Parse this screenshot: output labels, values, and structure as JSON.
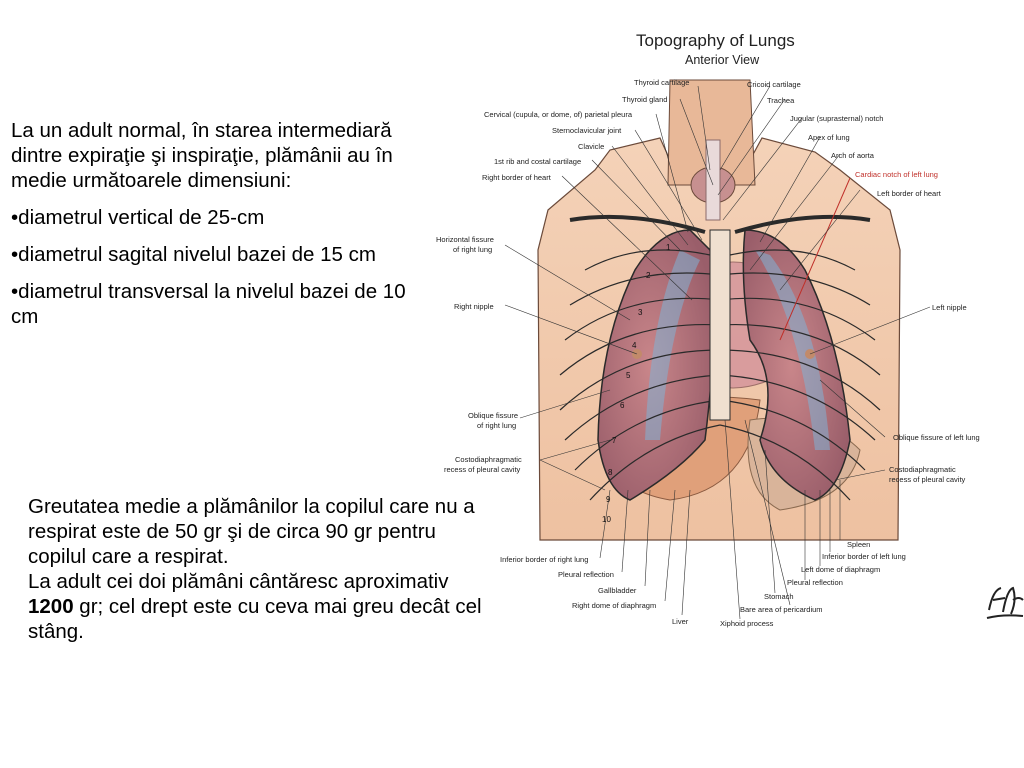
{
  "left_text": {
    "intro": "La un adult normal, în starea intermediară dintre expiraţie şi inspiraţie, plămânii au în medie următoarele dimensiuni:",
    "bullets": [
      "•diametrul vertical de 25-cm",
      "•diametrul sagital nivelul bazei de 15 cm",
      "•diametrul transversal la nivelul bazei de 10 cm"
    ]
  },
  "weight_text": {
    "line1": "Greutatea medie a plămânilor la copilul care nu a respirat este de 50 gr şi de circa 90 gr pentru copilul care a respirat.",
    "line2_before": "La adult cei doi plămâni cântăresc aproximativ ",
    "line2_bold": "1200",
    "line2_after": " gr; cel drept este cu ceva mai greu decât cel stâng."
  },
  "figure": {
    "title": "Topography of Lungs",
    "subtitle": "Anterior View",
    "labels_left": [
      "Thyroid cartilage",
      "Thyroid gland",
      "Cervical (cupula, or dome, of) parietal pleura",
      "Sternoclavicular joint",
      "Clavicle",
      "1st rib and costal cartilage",
      "Right border of heart",
      "Horizontal fissure",
      "of right lung",
      "Right nipple",
      "Oblique fissure",
      "of right lung",
      "Costodiaphragmatic",
      "recess of pleural cavity"
    ],
    "labels_right": [
      "Cricoid cartilage",
      "Trachea",
      "Jugular (suprasternal) notch",
      "Apex of lung",
      "Arch of aorta",
      "Cardiac notch of left lung",
      "Left border of heart",
      "Left nipple",
      "Oblique fissure of left lung",
      "Costodiaphragmatic",
      "recess of pleural cavity"
    ],
    "labels_bottom": [
      "Inferior border of right lung",
      "Pleural reflection",
      "Gallbladder",
      "Right dome of diaphragm",
      "Liver",
      "Xiphoid process",
      "Bare area of pericardium",
      "Stomach",
      "Pleural reflection",
      "Left dome of diaphragm",
      "Inferior border of left lung",
      "Spleen"
    ],
    "rib_numbers": [
      "1",
      "2",
      "3",
      "4",
      "5",
      "6",
      "7",
      "8",
      "9",
      "10"
    ]
  },
  "colors": {
    "accent_red": "#c0302a",
    "lung": "#b8737a",
    "pleura": "#7fb3d5"
  }
}
